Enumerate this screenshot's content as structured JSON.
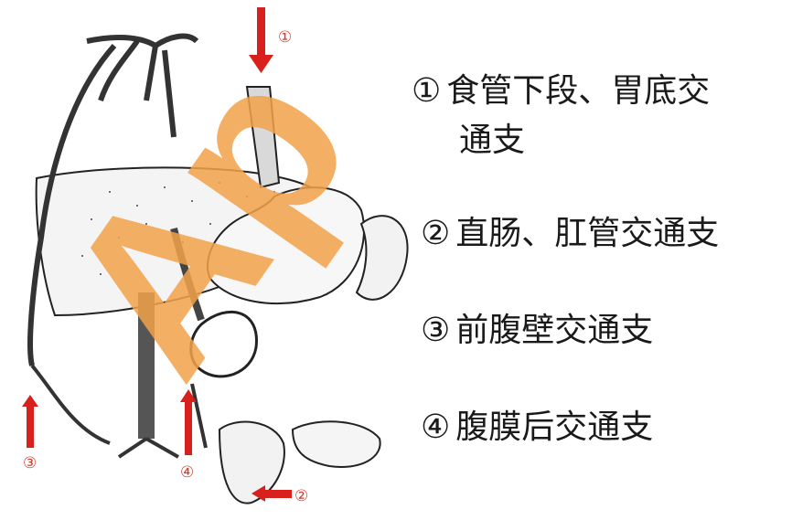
{
  "legend": [
    {
      "num": "①",
      "text": "食管下段、胃底交",
      "text2": "通支"
    },
    {
      "num": "②",
      "text": "直肠、肛管交通支"
    },
    {
      "num": "③",
      "text": "前腹壁交通支"
    },
    {
      "num": "④",
      "text": "腹膜后交通支"
    }
  ],
  "markers": [
    "①",
    "②",
    "③",
    "④"
  ],
  "watermark": "Ap",
  "colors": {
    "arrow": "#d8201c",
    "watermark": "#f2a24a",
    "ink": "#1a1a1a"
  }
}
